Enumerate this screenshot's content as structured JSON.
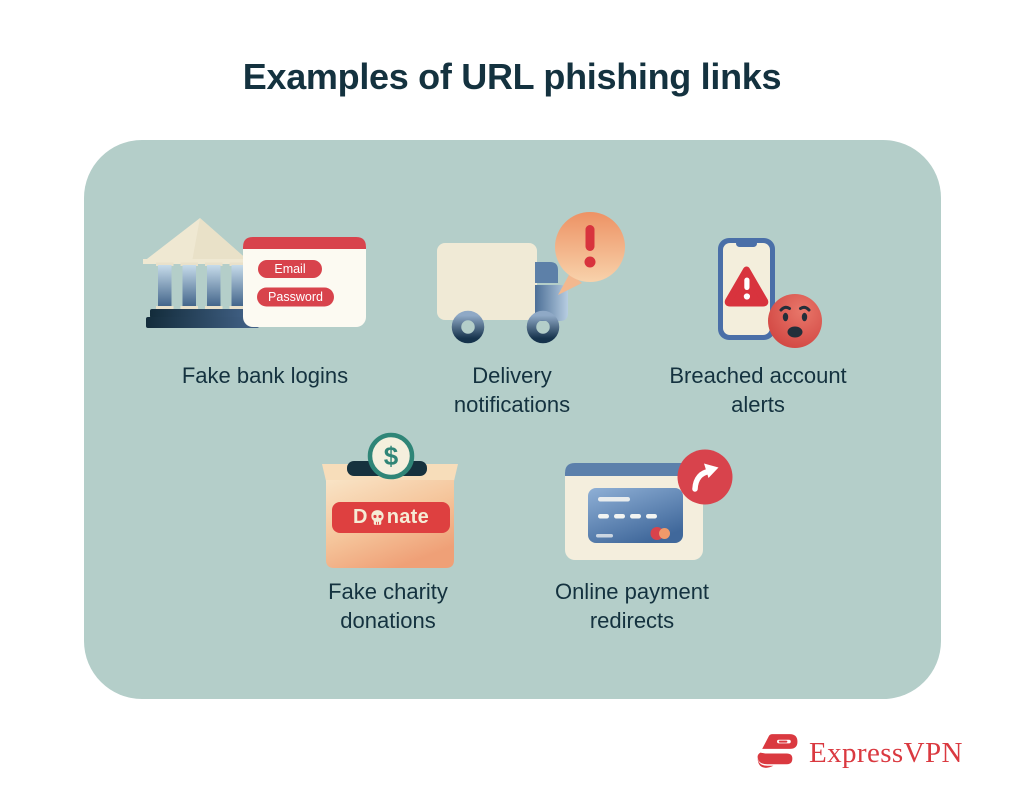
{
  "title": "Examples of URL phishing links",
  "panel": {
    "items": [
      {
        "id": "fake-bank-logins",
        "label": "Fake bank logins",
        "icon": "bank-building-with-login-card"
      },
      {
        "id": "delivery-notifications",
        "label": "Delivery notifications",
        "icon": "delivery-truck-with-alert-bubble"
      },
      {
        "id": "breached-account-alerts",
        "label": "Breached account alerts",
        "icon": "phone-warning-with-worried-emoji"
      },
      {
        "id": "fake-charity-donations",
        "label": "Fake charity donations",
        "icon": "donation-box-with-coin-and-skull"
      },
      {
        "id": "online-payment-redirects",
        "label": "Online payment redirects",
        "icon": "credit-card-with-redirect-arrow"
      }
    ]
  },
  "bank_form": {
    "email": "Email",
    "password": "Password"
  },
  "donate_button": {
    "prefix": "D",
    "suffix": "nate"
  },
  "glyphs": {
    "dollar": "$",
    "exclamation": "!"
  },
  "footer": {
    "brand": "ExpressVPN"
  },
  "colors": {
    "background": "#ffffff",
    "panel": "#b4cec9",
    "heading_text": "#14323f",
    "alert_red": "#d8434c",
    "donate_red": "#de4040",
    "brand_red": "#da3940",
    "cream": "#f0ead6",
    "coin_teal": "#2f8577",
    "phone_blue": "#4a6fa8",
    "bubble_orange": "#ee9a6d"
  }
}
